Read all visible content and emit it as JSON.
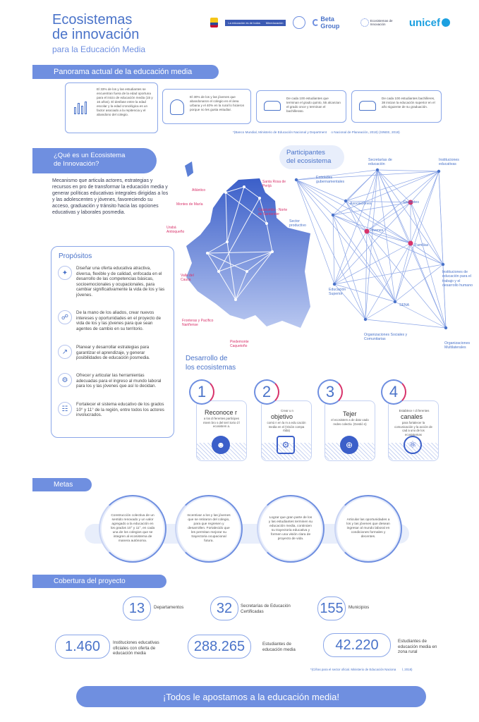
{
  "header": {
    "title_line1": "Ecosistemas",
    "title_line2": "de innovación",
    "subtitle": "para la Educación Media",
    "logos": [
      {
        "name": "La educación es de todos",
        "sub": "Mineducación"
      },
      {
        "name": "AlcaLogo"
      },
      {
        "name": "Beta Group"
      },
      {
        "name": "Ecosistemas de Innovación"
      },
      {
        "name": "unicef"
      }
    ]
  },
  "panorama": {
    "title": "Panorama actual de la educación media",
    "card1": "El 33% de los y las estudiantes se encuentran fuera de la edad oportuna para el inicio de educación media (15 y 16 años). El desfase entre la edad escolar y la edad cronológica es un factor asociado a la repitencia y el abandono del colegio.",
    "card2": "El 30% de los y las jóvenes que abandonaron el colegio en el área urbana y el 40% en la rural lo hicieron porque no les gusta estudiar.",
    "card3": "De cada 100 estudiantes que terminan el grado quinto, 55 alcanzan el grado once y terminan el bachillerato.",
    "card4": "De cada 100 estudiantes bachilleres, 38 inician la educación superior en el año siguiente de su graduación.",
    "source_a": "*(Banco Mundial, Ministerio de Educación Nacional y Department",
    "source_b": "o Nacional de Planeación, 2018) (SINEE, 2018)"
  },
  "que_es": {
    "title_line1": "¿Qué es un Ecosistema",
    "title_line2": "de Innovación?",
    "text": "Mecanismo que articula actores, estrategias y recursos en pro de transformar la educación media y generar políticas educativas integrales dirigidas a los y las adolescentes y jóvenes, favoreciendo su acceso, graduación y tránsito hacia las opciones educativas y laborales posmedia."
  },
  "propositos": {
    "title": "Propósitos",
    "items": [
      "Diseñar una oferta educativa atractiva, diversa, flexible y de calidad, enfocada en el desarrollo de las competencias básicas, socioemocionales y ocupacionales, para cambiar significativamente la vida de los y las jóvenes.",
      "De la mano de los aliados, crear nuevos intereses y oportunidades en el proyecto de vida de los y las jóvenes para que sean agentes de cambio en su territorio.",
      "Planear y desarrollar estrategias para garantizar el aprendizaje, y generar posibilidades de educación posmedia.",
      "Ofrecer y articular las herramientas adecuadas para el ingreso al mundo laboral para los y las jóvenes que así lo decidan.",
      "Fortalecer el sistema educativo de los grados 10° y 11° de la región, entre todos los actores involucrados."
    ]
  },
  "map_regions": [
    "Atlántico",
    "Santa Rosa de Perijá",
    "Montes de María",
    "Catatumbo - Norte de Santander",
    "Urabá Antioqueño",
    "Valle del Cauca",
    "Fronteras y Pacífico Nariñense",
    "Piedemonte Caquetoño"
  ],
  "participantes": {
    "title_line1": "Participantes",
    "title_line2": "del ecosistema",
    "nodes": [
      "Secretarías de educación",
      "Instituciones educativas",
      "Entidades gubernamentales",
      "Asociaciones",
      "Docentes",
      "Sector productivo",
      "Jóvenes",
      "Familias",
      "Instituciones de educación para el trabajo y el desarrollo humano",
      "Educación Superior",
      "SENA",
      "Organizaciones Sociales y Comunitarias",
      "Organizaciones Multilaterales"
    ]
  },
  "desarrollo": {
    "title_line1": "Desarrollo de",
    "title_line2": "los ecosistemas",
    "steps": [
      {
        "num": "1",
        "title": "Reconoce r",
        "text": "a los di ferentes partícipes miem bro s del terri torio d l ecosistem a."
      },
      {
        "num": "2",
        "title": "objetivo",
        "pre": "Crear u n",
        "text": "comú n en la m a edu cación media en el (Visión compa rtida)"
      },
      {
        "num": "3",
        "title": "Tejer",
        "text": "el ecosistem a de dato vado redes colectiv. (Gestió n)"
      },
      {
        "num": "4",
        "title": "canales",
        "pre": "Establece r di ferentes",
        "text": "para fortalecer la comunicación y la acción de cad a uno de los ecosistemas"
      }
    ]
  },
  "metas": {
    "title": "Metas",
    "items": [
      "Construcción colectiva de un sentido renovado y un valor agregado a la educación en los grados 10° y 11°, en cada una de los colegios que se integren al ecosistema de manera autónoma.",
      "Incentivar a los y las jóvenes que se retiraron del colegio, para que regresen y desarrollen. Fortalecido que les permitan mejorar su trayectoria ocupacional futura.",
      "Lograr que gran parte de los y las estudiantes terminen su educación media, continúen su trayectoria educativa y formen una visión clara de proyecto de vida.",
      "Articular las oportunidades a los y las jóvenes que desean ingresar al mundo laboral en condiciones formales y decentes."
    ]
  },
  "cobertura": {
    "title": "Cobertura del proyecto",
    "row1": [
      {
        "value": "13",
        "label": "Departamentos"
      },
      {
        "value": "32",
        "label": "Secretarías de Educación Certificadas"
      },
      {
        "value": "155",
        "label": "Municipios"
      }
    ],
    "row2": [
      {
        "value": "1.460",
        "label": "Instituciones educativas oficiales con oferta de educación media"
      },
      {
        "value": "288.265",
        "label": "Estudiantes de educación media"
      },
      {
        "value": "42.220",
        "label": "Estudiantes de educación media en zona rural"
      }
    ],
    "source_a": "*(Cifras para el sector oficial. Ministerio de Educación Naciona",
    "source_b": "l, 2018)"
  },
  "footer": {
    "banner": "¡Todos le apostamos a la educación media!"
  },
  "colors": {
    "accent": "#4a73c9",
    "pill": "#6f8fe0",
    "pink": "#d8336b"
  }
}
